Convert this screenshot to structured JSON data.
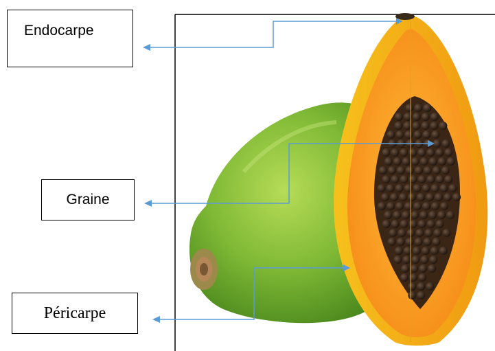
{
  "labels": {
    "endocarpe": "Endocarpe",
    "graine": "Graine",
    "pericarpe": "Péricarpe"
  },
  "colors": {
    "arrow": "#5b9bd5",
    "frame": "#000000",
    "green_papaya": "#7cb83a",
    "orange_flesh": "#f5a31a",
    "seed": "#2e1f14"
  }
}
